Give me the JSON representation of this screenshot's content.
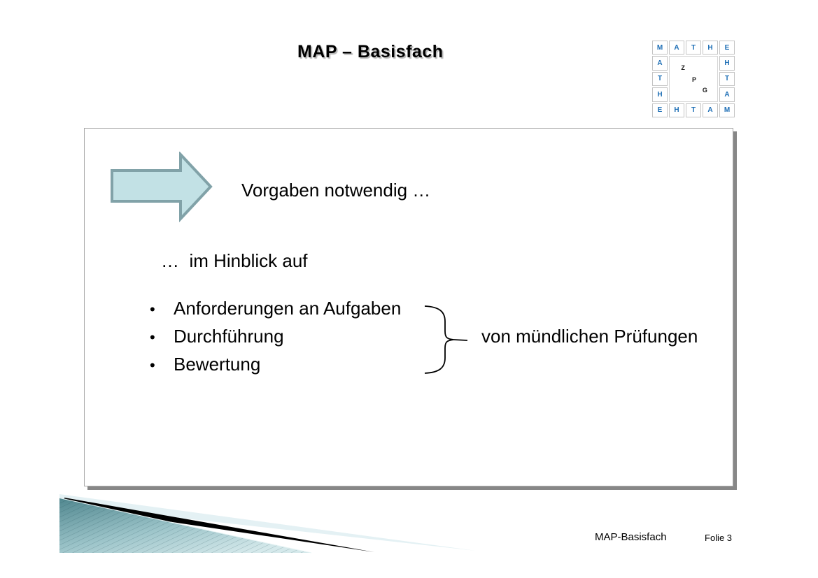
{
  "slide": {
    "title": "MAP – Basisfach",
    "footer": {
      "left": "MAP-Basisfach",
      "page": "Folie 3"
    }
  },
  "logo": {
    "ring": [
      "M",
      "A",
      "T",
      "H",
      "E",
      "A",
      "H",
      "T",
      "T",
      "H",
      "A",
      "E",
      "H",
      "T",
      "A",
      "M"
    ],
    "center": [
      "Z",
      "P",
      "G"
    ],
    "letter_color": "#1d6eb5",
    "center_letter_color": "#1a1a1a"
  },
  "content": {
    "arrow_label": "Vorgaben notwendig …",
    "intro": "…  im Hinblick auf",
    "bullet_char": "•",
    "bullets": [
      "Anforderungen an Aufgaben",
      "Durchführung",
      "Bewertung"
    ],
    "brace_target": "von mündlichen Prüfungen"
  },
  "colors": {
    "arrow_fill": "#c2e1e5",
    "arrow_stroke": "#81a2a8",
    "brace_stroke": "#000000",
    "decor_pale": "#e4f1f4",
    "decor_black": "#000000",
    "decor_teal_dark": "#4f868e",
    "decor_teal_light": "#d5e9eb",
    "decor_edge_light": "#e8f4f5"
  }
}
